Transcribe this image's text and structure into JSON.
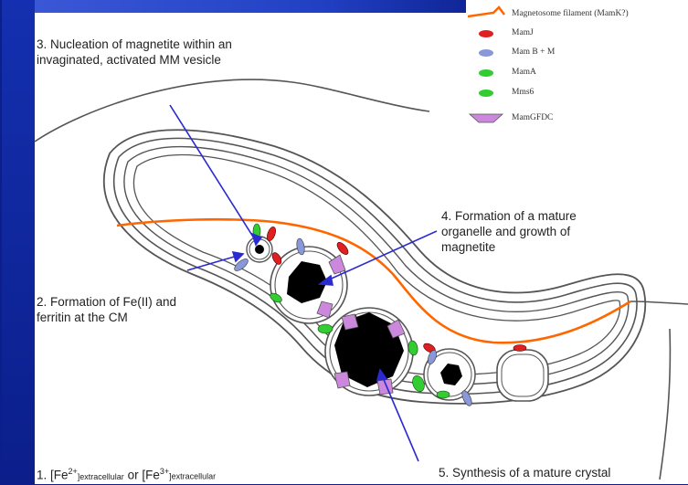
{
  "legend": {
    "items": [
      {
        "label": "Magnetosome filament (MamK?)",
        "color": "#ff6600"
      },
      {
        "label": "MamJ",
        "color": "#e02020"
      },
      {
        "label": "Mam B + M",
        "color": "#8898d8"
      },
      {
        "label": "MamA",
        "color": "#33cc33"
      },
      {
        "label": "Mms6",
        "color": "#33cc33"
      },
      {
        "label": "MamGFDC",
        "color": "#cc88dd"
      }
    ]
  },
  "steps": {
    "step1": "1. [Fe²⁺]extracellular or [Fe³⁺]extracellular",
    "step1_parts": {
      "a": "1. [Fe",
      "a_sup": "2+",
      "a_sub": "]extracellular",
      "or": " or [Fe",
      "b_sup": "3+",
      "b_sub": "]extracellular"
    },
    "step2": "2. Formation of Fe(II) and\nferritin at the CM",
    "step3": "3. Nucleation of magnetite within an\ninvaginated, activated MM vesicle",
    "step4": "4. Formation of a mature\norganelle and growth of\nmagnetite",
    "step5": "5. Synthesis of a mature crystal"
  },
  "colors": {
    "arrow": "#2a2ad0",
    "filament": "#ff6600",
    "membrane": "#555555",
    "crystal": "#000000",
    "mamJ": "#e02020",
    "mamBM": "#8898d8",
    "mamA": "#33cc33",
    "mamGFDC": "#cc88dd",
    "background": "#0b1e8a"
  }
}
